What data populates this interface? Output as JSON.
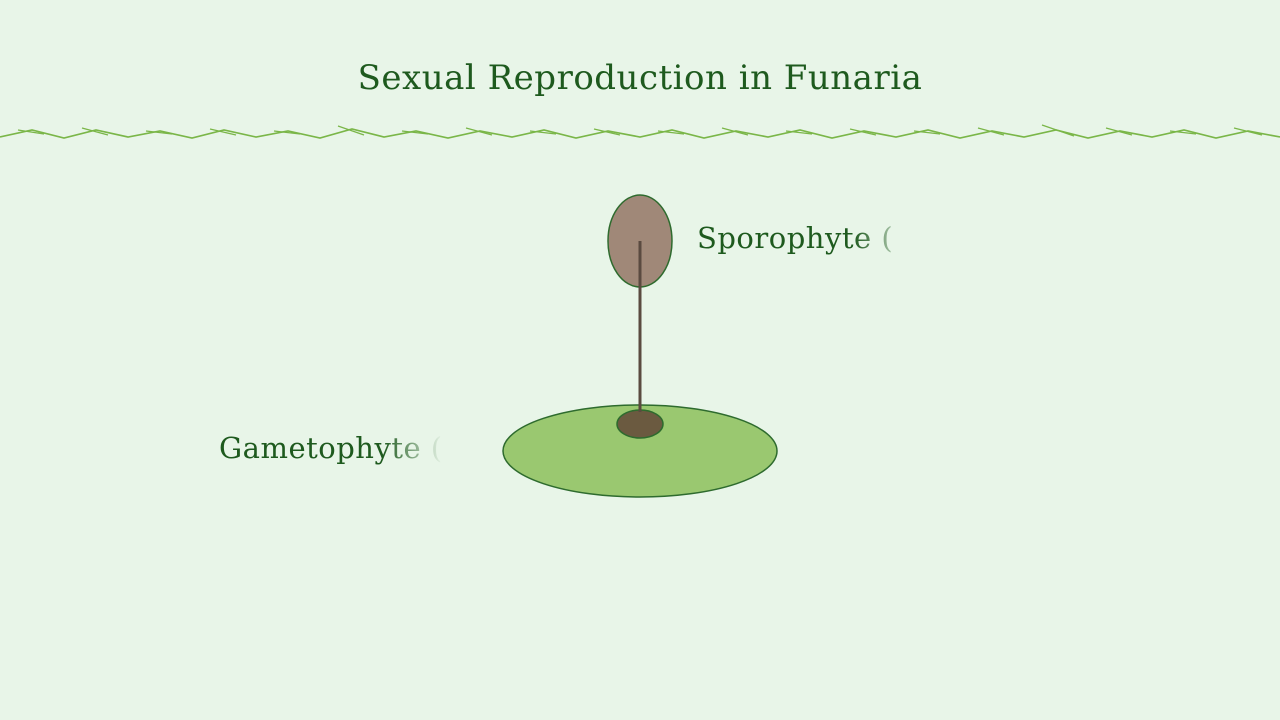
{
  "title": "Sexual Reproduction in Funaria",
  "labels": {
    "sporophyte": "Sporophyte (",
    "gametophyte": "Gametophyte ("
  },
  "colors": {
    "background": "#e8f5e8",
    "text": "#1e5a1e",
    "grass": "#7ab648",
    "capsule_fill": "#a08878",
    "seta": "#5a4a40",
    "gametophyte_fill": "#9ac870",
    "foot_fill": "#6b5a40",
    "outline": "#2e6b2e"
  }
}
